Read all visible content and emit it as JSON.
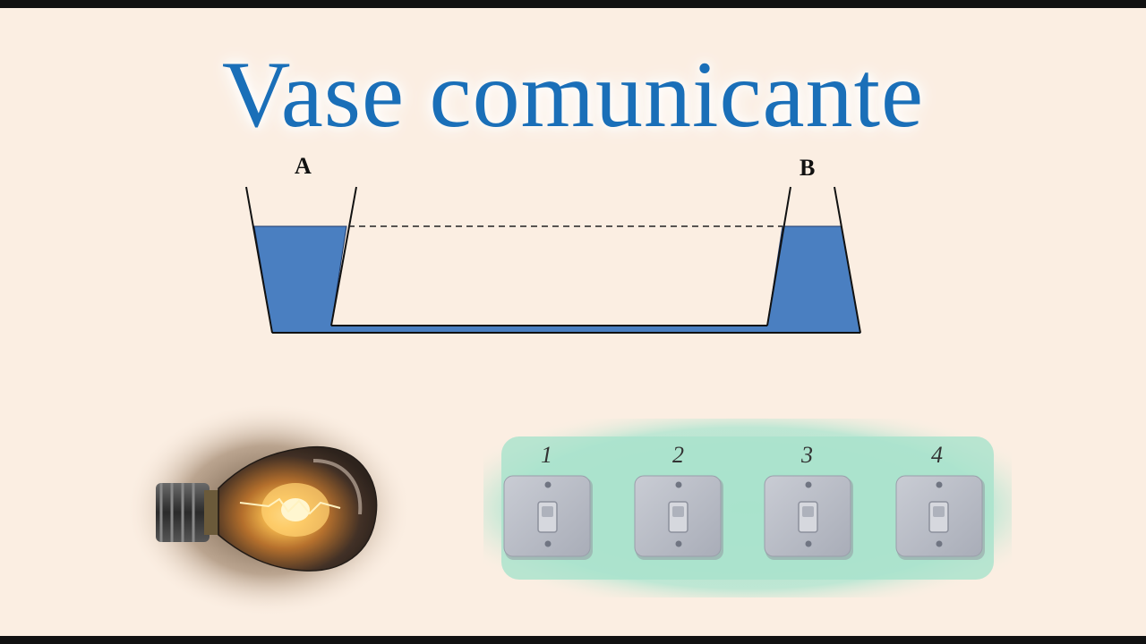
{
  "title": "Vase comunicante",
  "diagram": {
    "vessel_a_label": "A",
    "vessel_b_label": "B",
    "water_color": "#4a7fc1",
    "level_line": "dashed"
  },
  "bulb": {
    "state": "on",
    "glow_color": "#ffb84d"
  },
  "switches": [
    {
      "number": "1"
    },
    {
      "number": "2"
    },
    {
      "number": "3"
    },
    {
      "number": "4"
    }
  ],
  "colors": {
    "title": "#1a6fb8",
    "switch_panel": "#a8e2cc",
    "background": "#fbeee2"
  }
}
